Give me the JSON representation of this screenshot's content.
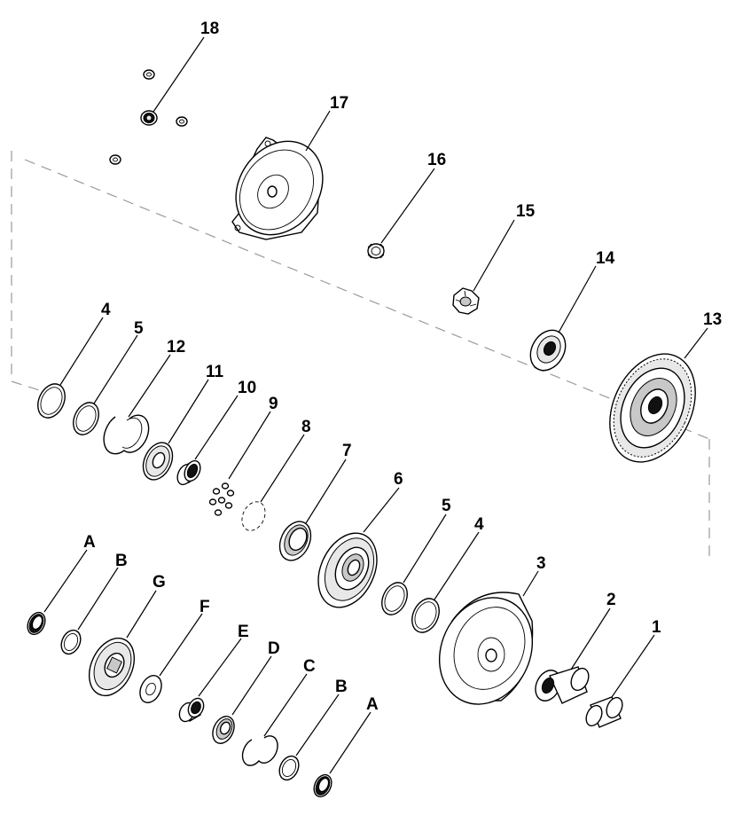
{
  "callouts": {
    "c18": "18",
    "c17": "17",
    "c16": "16",
    "c15": "15",
    "c14": "14",
    "c13": "13",
    "c4a": "4",
    "c5a": "5",
    "c12": "12",
    "c11": "11",
    "c10": "10",
    "c9": "9",
    "c8": "8",
    "c7": "7",
    "c6": "6",
    "c5b": "5",
    "c4b": "4",
    "c3": "3",
    "c2": "2",
    "c1": "1",
    "cA1": "A",
    "cB1": "B",
    "cG": "G",
    "cF": "F",
    "cE": "E",
    "cD": "D",
    "cC": "C",
    "cB2": "B",
    "cA2": "A"
  }
}
